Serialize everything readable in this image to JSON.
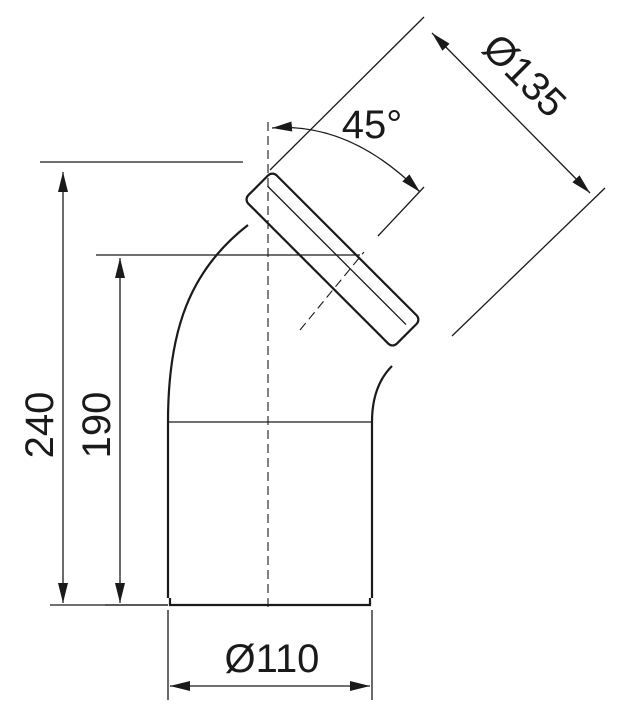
{
  "dimensions": {
    "total_height": "240",
    "bend_height": "190",
    "bottom_diameter": "Ø110",
    "socket_diameter": "Ø135",
    "angle": "45°"
  }
}
